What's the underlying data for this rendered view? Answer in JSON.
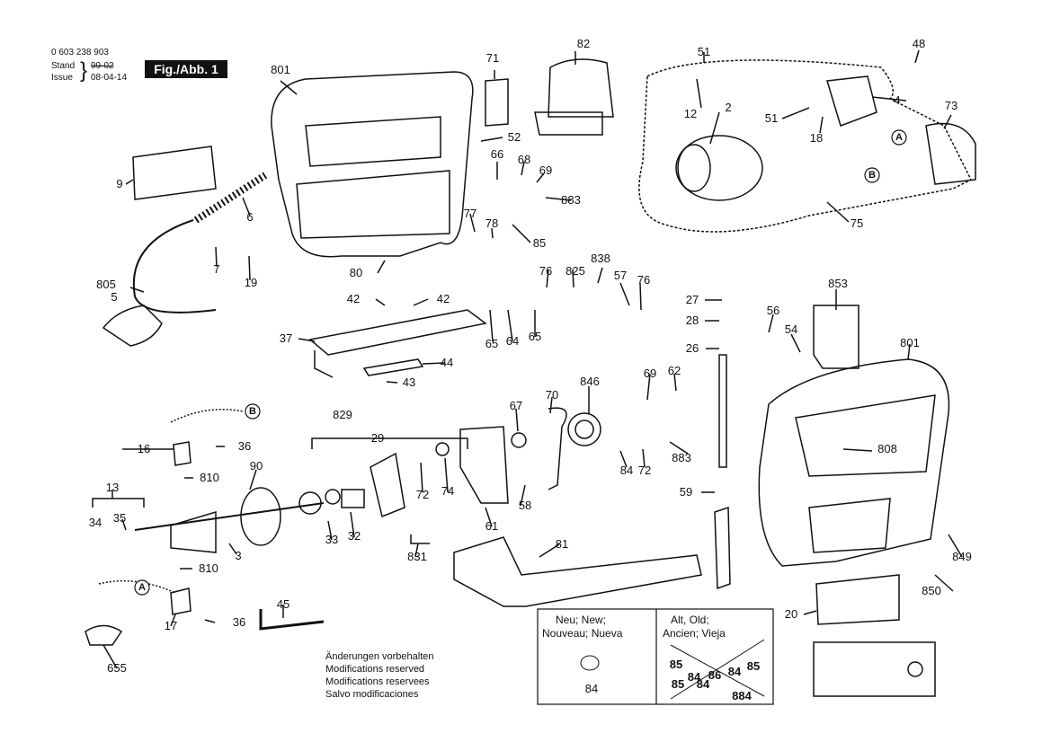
{
  "header": {
    "part_number": "0 603 238 903",
    "stand_label": "Stand",
    "stand_value": "99-02",
    "issue_label": "Issue",
    "issue_value": "08-04-14",
    "figure": "Fig./Abb. 1"
  },
  "part_numbers": {
    "p801a": "801",
    "p82": "82",
    "p71": "71",
    "p51a": "51",
    "p48": "48",
    "p4": "4",
    "p12": "12",
    "p2": "2",
    "p51b": "51",
    "p73": "73",
    "p18": "18",
    "p52": "52",
    "p9": "9",
    "p66": "66",
    "p68": "68",
    "p69a": "69",
    "p883a": "883",
    "p6": "6",
    "p77": "77",
    "p78": "78",
    "p85": "85",
    "p75": "75",
    "p7": "7",
    "p19": "19",
    "p80": "80",
    "p805": "805",
    "p5": "5",
    "p76a": "76",
    "p825": "825",
    "p838": "838",
    "p57": "57",
    "p76b": "76",
    "p42a": "42",
    "p42b": "42",
    "p853": "853",
    "p27": "27",
    "p28": "28",
    "p56": "56",
    "p54": "54",
    "p37": "37",
    "p65a": "65",
    "p64": "64",
    "p65b": "65",
    "p26": "26",
    "p801b": "801",
    "p44": "44",
    "p43": "43",
    "p69b": "69",
    "p62": "62",
    "p846": "846",
    "p67": "67",
    "p70": "70",
    "p829": "829",
    "p29": "29",
    "p16": "16",
    "p36a": "36",
    "p90": "90",
    "p883b": "883",
    "p84": "84",
    "p72a": "72",
    "p808": "808",
    "p810a": "810",
    "p72b": "72",
    "p74": "74",
    "p58": "58",
    "p59": "59",
    "p13": "13",
    "p34": "34",
    "p35": "35",
    "p3": "3",
    "p33": "33",
    "p32": "32",
    "p61": "61",
    "p831": "831",
    "p81": "81",
    "p849": "849",
    "p810b": "810",
    "p850": "850",
    "p45": "45",
    "p17": "17",
    "p36b": "36",
    "p20": "20",
    "p655": "655"
  },
  "circle_markers": {
    "a1": "A",
    "b1": "B",
    "a2": "A",
    "b2": "B"
  },
  "notes": [
    "Änderungen vorbehalten",
    "Modifications reserved",
    "Modifications reservees",
    "Salvo modificaciones"
  ],
  "legend": {
    "new_label_1": "Neu; New;",
    "new_label_2": "Nouveau; Nueva",
    "new_part": "84",
    "old_label_1": "Alt, Old;",
    "old_label_2": "Ancien; Vieja",
    "old_parts_row1": [
      "85",
      "84",
      "86",
      "84",
      "85"
    ],
    "old_parts_row2": [
      "85",
      "84",
      "884"
    ]
  }
}
